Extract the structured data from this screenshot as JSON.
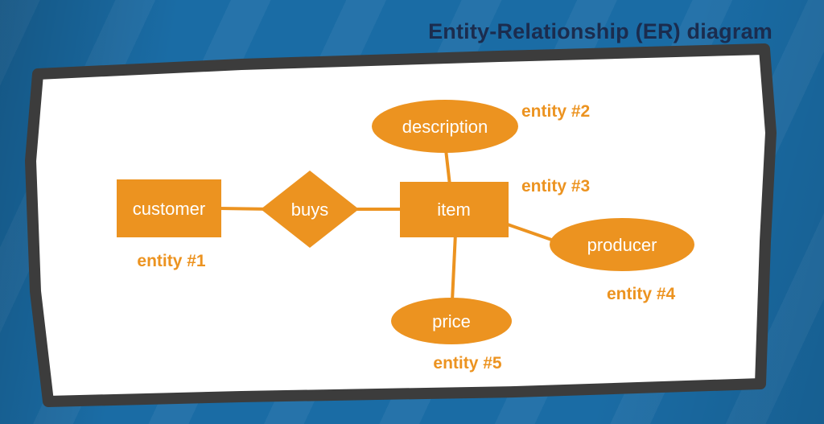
{
  "title": "Entity-Relationship (ER) diagram",
  "colors": {
    "background": "#1A6CA5",
    "title_text": "#1B2C4E",
    "frame_border": "#3C3C3C",
    "frame_fill": "#FFFFFF",
    "orange": "#EC9320",
    "node_text": "#FFFFFF"
  },
  "diagram": {
    "nodes": {
      "customer": {
        "label": "customer",
        "shape": "rectangle"
      },
      "buys": {
        "label": "buys",
        "shape": "diamond"
      },
      "item": {
        "label": "item",
        "shape": "rectangle"
      },
      "description": {
        "label": "description",
        "shape": "ellipse"
      },
      "producer": {
        "label": "producer",
        "shape": "ellipse"
      },
      "price": {
        "label": "price",
        "shape": "ellipse"
      }
    },
    "annotations": {
      "entity1": "entity #1",
      "entity2": "entity #2",
      "entity3": "entity #3",
      "entity4": "entity #4",
      "entity5": "entity #5"
    }
  }
}
